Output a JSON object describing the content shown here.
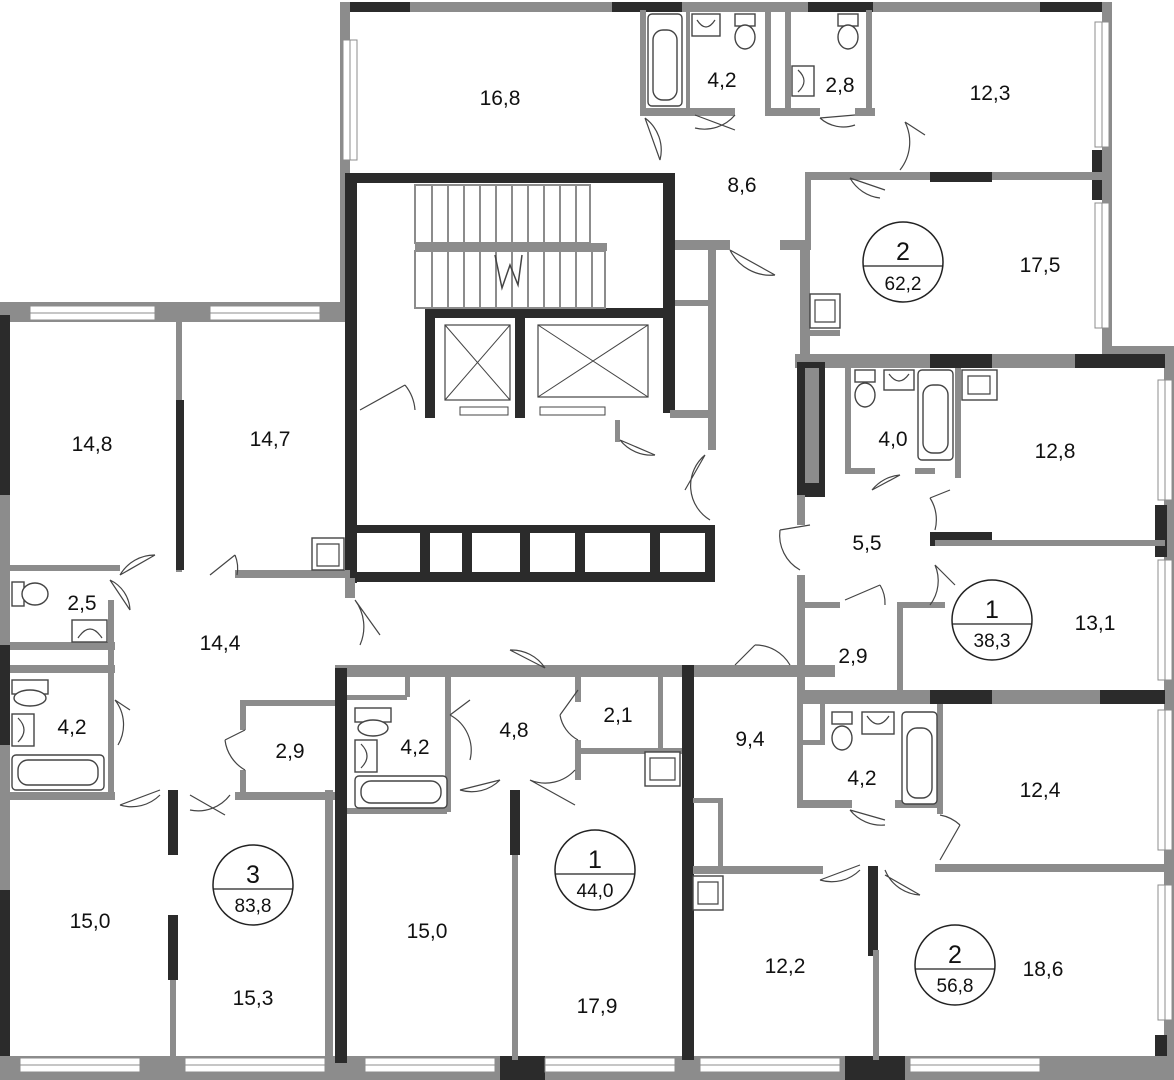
{
  "apartments": [
    {
      "id": "apt-2-north",
      "rooms": "2",
      "total_area": "62,2"
    },
    {
      "id": "apt-1-east",
      "rooms": "1",
      "total_area": "38,3"
    },
    {
      "id": "apt-3-west",
      "rooms": "3",
      "total_area": "83,8"
    },
    {
      "id": "apt-1-south",
      "rooms": "1",
      "total_area": "44,0"
    },
    {
      "id": "apt-2-southeast",
      "rooms": "2",
      "total_area": "56,8"
    }
  ],
  "room_areas": [
    "16,8",
    "4,2",
    "2,8",
    "12,3",
    "8,6",
    "17,5",
    "14,8",
    "14,7",
    "2,5",
    "14,4",
    "4,2",
    "2,9",
    "15,0",
    "15,3",
    "4,0",
    "12,8",
    "5,5",
    "2,9",
    "13,1",
    "4,2",
    "4,8",
    "2,1",
    "9,4",
    "15,0",
    "17,9",
    "4,2",
    "12,4",
    "12,2",
    "18,6"
  ],
  "colors": {
    "wall": "#8c8c8c",
    "wall_dark": "#2b2b2b",
    "background": "#ffffff"
  }
}
